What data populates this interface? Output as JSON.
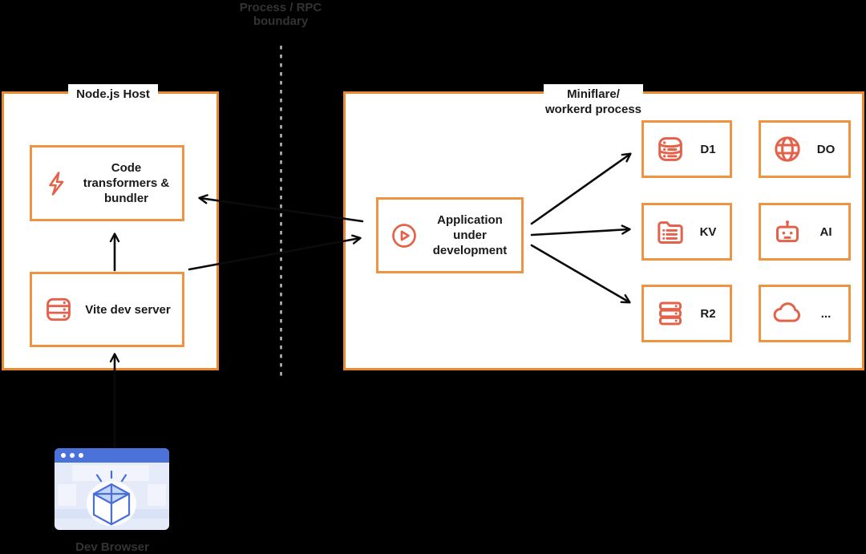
{
  "colors": {
    "bg": "#000000",
    "box-border": "#E98A33",
    "inner-border": "#EE9340",
    "icon": "#E4614A",
    "arrow": "#0B0B0B",
    "dash": "#B7B7B7",
    "text": "#1A1A1A",
    "dim-label": "#333333",
    "browser-bar": "#4A72D8",
    "browser-body": "#E5EBF9",
    "browser-block": "#F1F4FC",
    "browser-strip": "#D9E2F6",
    "pkg-line": "#4A6FD6",
    "pkg-fill": "#C3D7F4"
  },
  "boundary": {
    "line1": "Process / RPC",
    "line2": "boundary"
  },
  "node_host": {
    "title": "Node.js Host",
    "code_transformers": {
      "label": "Code transformers & bundler",
      "icon": "lightning-icon"
    },
    "vite_dev_server": {
      "label": "Vite dev server",
      "icon": "server-stack-icon"
    }
  },
  "workerd": {
    "title_line1": "Miniflare/",
    "title_line2": "workerd process",
    "application": {
      "label": "Application under development",
      "icon": "play-icon"
    },
    "bindings": [
      {
        "label": "D1",
        "icon": "database-icon"
      },
      {
        "label": "DO",
        "icon": "globe-icon"
      },
      {
        "label": "KV",
        "icon": "folder-list-icon"
      },
      {
        "label": "AI",
        "icon": "robot-icon"
      },
      {
        "label": "R2",
        "icon": "server-rack-icon"
      },
      {
        "label": "...",
        "icon": "cloud-icon"
      }
    ]
  },
  "dev_browser": {
    "label": "Dev Browser"
  }
}
